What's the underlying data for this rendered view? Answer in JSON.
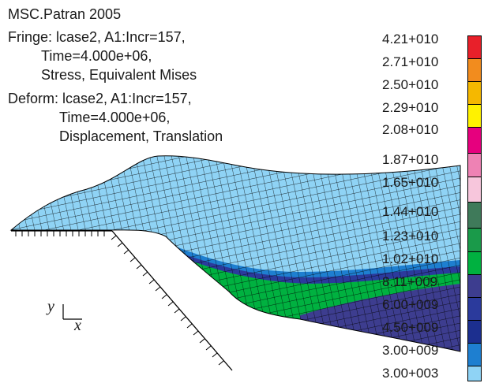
{
  "header": {
    "app_title": "MSC.Patran 2005",
    "fringe": {
      "line1": "Fringe: lcase2, A1:Incr=157,",
      "line2": "Time=4.000e+06,",
      "line3": "Stress, Equivalent Mises"
    },
    "deform": {
      "line1": "Deform: lcase2, A1:Incr=157,",
      "line2": "Time=4.000e+06,",
      "line3": "Displacement, Translation"
    }
  },
  "legend": {
    "labels": [
      "4.21+010",
      "2.71+010",
      "2.50+010",
      "2.29+010",
      "2.08+010",
      "1.87+010",
      "1.65+010",
      "1.44+010",
      "1.23+010",
      "1.02+010",
      "8.11+009",
      "6.00+009",
      "4.50+009",
      "3.00+009",
      "3.00+003"
    ],
    "colors": [
      "#e8202a",
      "#f28c1e",
      "#f5b800",
      "#fff200",
      "#e6007e",
      "#ee82b4",
      "#f7c6dc",
      "#3f7a5a",
      "#1a9a4a",
      "#00b140",
      "#3d3d8f",
      "#2b3a9c",
      "#1c2f8f",
      "#1e7fd0",
      "#8fd3f5"
    ]
  },
  "axes": {
    "y": "y",
    "x": "x"
  }
}
